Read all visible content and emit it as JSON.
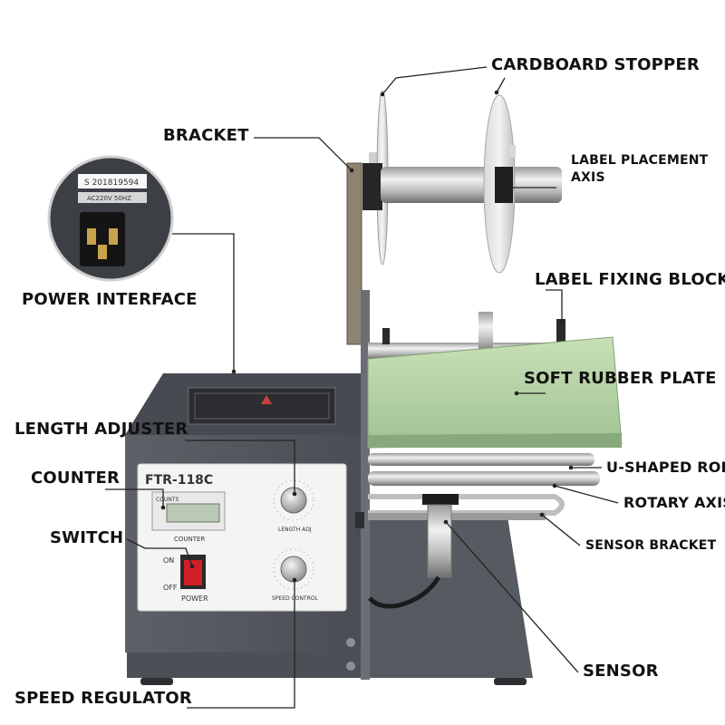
{
  "callouts": {
    "cardboard_stopper": "CARDBOARD STOPPER",
    "bracket": "BRACKET",
    "label_placement_axis_line1": "LABEL PLACEMENT",
    "label_placement_axis_line2": "AXIS",
    "power_interface": "POWER INTERFACE",
    "label_fixing_block": "LABEL FIXING BLOCK",
    "soft_rubber_plate": "SOFT RUBBER PLATE",
    "length_adjuster": "LENGTH ADJUSTER",
    "counter": "COUNTER",
    "u_shaped_rod": "U-SHAPED ROD",
    "rotary_axis": "ROTARY AXIS",
    "switch": "SWITCH",
    "sensor_bracket": "SENSOR BRACKET",
    "sensor": "SENSOR",
    "speed_regulator": "SPEED REGULATOR"
  },
  "machine": {
    "model": "FTR-118C",
    "serial": "S 201819594",
    "rating": "AC220V  50HZ",
    "counter_small": "COUNTS",
    "counter_label": "COUNTER",
    "on": "ON",
    "off": "OFF",
    "power": "POWER",
    "length_adj": "LENGTH ADJ",
    "speed_control": "SPEED CONTROL"
  }
}
